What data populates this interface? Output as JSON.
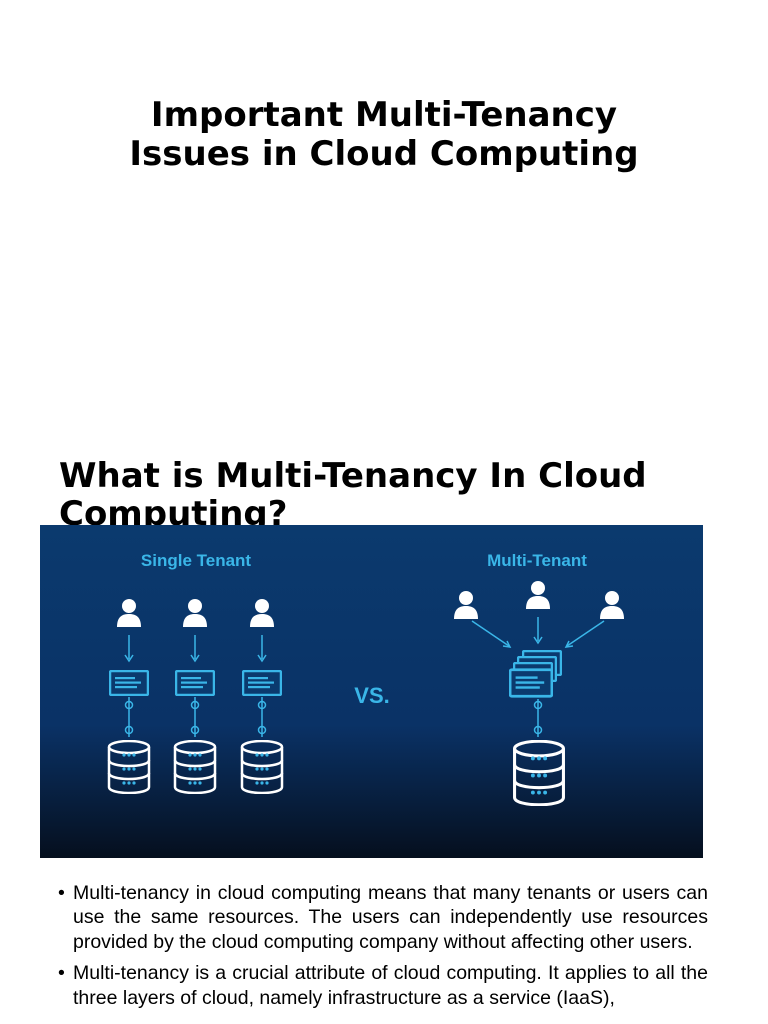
{
  "title": {
    "line1": "Important Multi-Tenancy",
    "line2": "Issues in Cloud Computing"
  },
  "section_heading": "What is Multi-Tenancy In Cloud Computing?",
  "figure": {
    "left_label": "Single Tenant",
    "center_label": "VS.",
    "right_label": "Multi-Tenant",
    "colors": {
      "background_top": "#0b3a6e",
      "background_bottom": "#050f1e",
      "accent": "#3ab6e8",
      "icon": "#ffffff"
    }
  },
  "bullet_char": "•",
  "bullets": [
    "Multi-tenancy in cloud computing means that many tenants or users can use the same resources. The users can independently use resources provided by the cloud computing company without affecting other users.",
    "Multi-tenancy is a crucial attribute of cloud computing. It applies to all the three layers of cloud, namely infrastructure as a service (IaaS),"
  ]
}
